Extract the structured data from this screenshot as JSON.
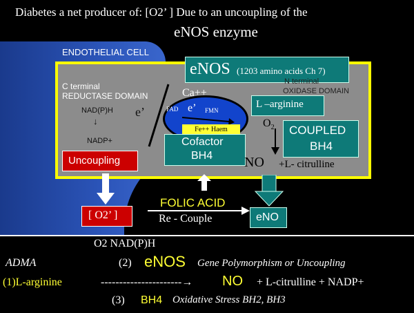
{
  "title": {
    "line1": "Diabetes a net producer of:  [O2’ ]  Due to an uncoupling of the",
    "line2": "eNOS enzyme"
  },
  "cell": {
    "label": "ENDOTHELIAL   CELL",
    "enos_box": {
      "main": "eNOS",
      "sub": "(1203 amino acids Ch 7)"
    },
    "c_terminal": {
      "line1": "C  terminal",
      "line2": "REDUCTASE DOMAIN"
    },
    "n_terminal": {
      "line1": "N terminal",
      "line2": "OXIDASE DOMAIN"
    },
    "nadph": "NAD(P)H",
    "nadph_arrow": "↓",
    "nadp": "NADP+",
    "electron_left": "e’",
    "ca": "Ca++",
    "fad": "FAD",
    "electron_mid": "e’",
    "fmn": "FMN",
    "fe_haem": "Fe++ Haem",
    "l_arginine": "L –arginine",
    "o2": "O",
    "o2_sub": "2",
    "coupled": {
      "line1": "COUPLED",
      "line2": "BH4"
    },
    "cofactor": {
      "line1": "Cofactor",
      "line2": "BH4"
    },
    "no": "NO",
    "citrulline": "+L- citrulline",
    "uncoupling": "Uncoupling"
  },
  "below_cell": {
    "o2_radical": "[ O2’ ]",
    "folic_acid": "FOLIC ACID",
    "recouple": "Re - Couple",
    "eno": "eNO"
  },
  "bottom": {
    "row1": "O2   NAD(P)H",
    "row2_adma": "ADMA",
    "row2_num": "(2)",
    "row2_enos": "eNOS",
    "row2_rest": "Gene Polymorphism or Uncoupling",
    "row3_left": "(1)L-arginine",
    "row3_dashes": "----------------------→",
    "row3_no": "NO",
    "row3_rest": "+  L-citrulline + NADP+",
    "row4_num": "(3)",
    "row4_bh4": "BH4",
    "row4_rest": "Oxidative Stress BH2, BH3"
  }
}
